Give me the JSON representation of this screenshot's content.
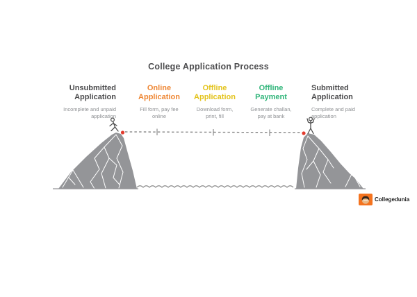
{
  "title": "College Application Process",
  "steps": [
    {
      "label": "Unsubmitted\nApplication",
      "description": "Incomplete and unpaid\napplication",
      "color": "#4B4B4D"
    },
    {
      "label": "Online\nApplication",
      "description": "Fill form, pay fee\nonline",
      "color": "#EE8633"
    },
    {
      "label": "Offline\nApplication",
      "description": "Download form,\nprint, fill",
      "color": "#E3C31B"
    },
    {
      "label": "Offline\nPayment",
      "description": "Generate challan,\npay at bank",
      "color": "#30B57A"
    },
    {
      "label": "Submitted\nApplication",
      "description": "Complete and paid\napplication",
      "color": "#4B4B4D"
    }
  ],
  "text_colors": {
    "title": "#4E4E50",
    "description": "#8E9093"
  },
  "scene": {
    "mountain_color": "#949598",
    "rock_crack_color": "#FFFFFF",
    "rope_color": "#828282",
    "anchor_dot_color": "#E23B2E",
    "figure_color": "#4D4D4D",
    "water_color": "#8A8A8A"
  },
  "branding": {
    "logo_text": "Collegedunia",
    "logo_bg_color": "#F4731F",
    "mascot_face_color": "#E9B987",
    "mascot_hair_color": "#33251C"
  }
}
